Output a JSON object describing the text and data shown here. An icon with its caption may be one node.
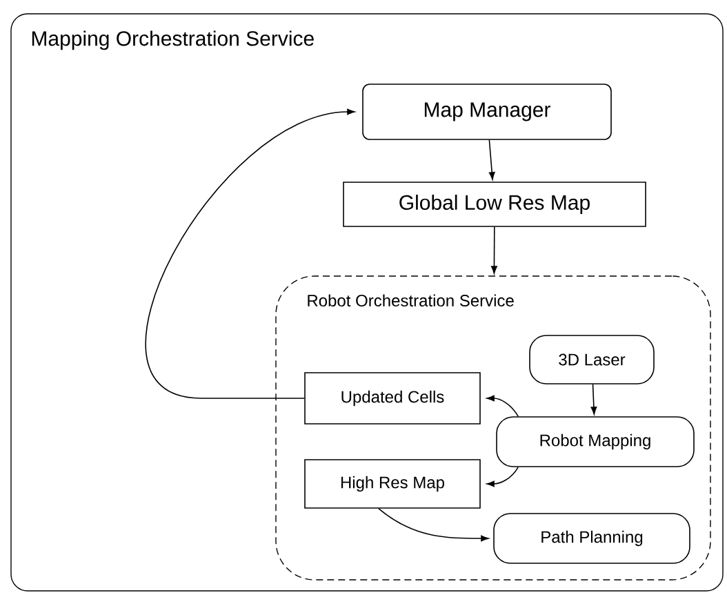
{
  "diagram": {
    "nodes": [
      {
        "text": [
          "Mapping Orchestration Service"
        ]
      },
      {
        "text": [
          "Map Manager"
        ],
        "in": 0
      },
      {
        "text": [
          "Global Low Res Map"
        ],
        "in": 0
      },
      {
        "text": [
          "Robot Orchestration Service"
        ],
        "in": 0
      },
      {
        "text": [
          "3D Laser"
        ],
        "in": 3
      },
      {
        "text": [
          "Updated Cells"
        ],
        "in": 3
      },
      {
        "text": [
          "Robot Mapping"
        ],
        "in": 3
      },
      {
        "text": [
          "High Res Map"
        ],
        "in": 3
      },
      {
        "text": [
          "Path Planning"
        ],
        "in": 3
      }
    ],
    "edges": [
      {
        "from": 1,
        "to": 2,
        "arrow": "to"
      },
      {
        "from": 2,
        "to": 3,
        "arrow": "to"
      },
      {
        "from": 5,
        "to": 1,
        "arrow": "to"
      },
      {
        "from": 4,
        "to": 6,
        "arrow": "to"
      },
      {
        "from": 6,
        "to": 5,
        "arrow": "to"
      },
      {
        "from": 6,
        "to": 7,
        "arrow": "to"
      },
      {
        "from": 7,
        "to": 8,
        "arrow": "to"
      }
    ]
  }
}
